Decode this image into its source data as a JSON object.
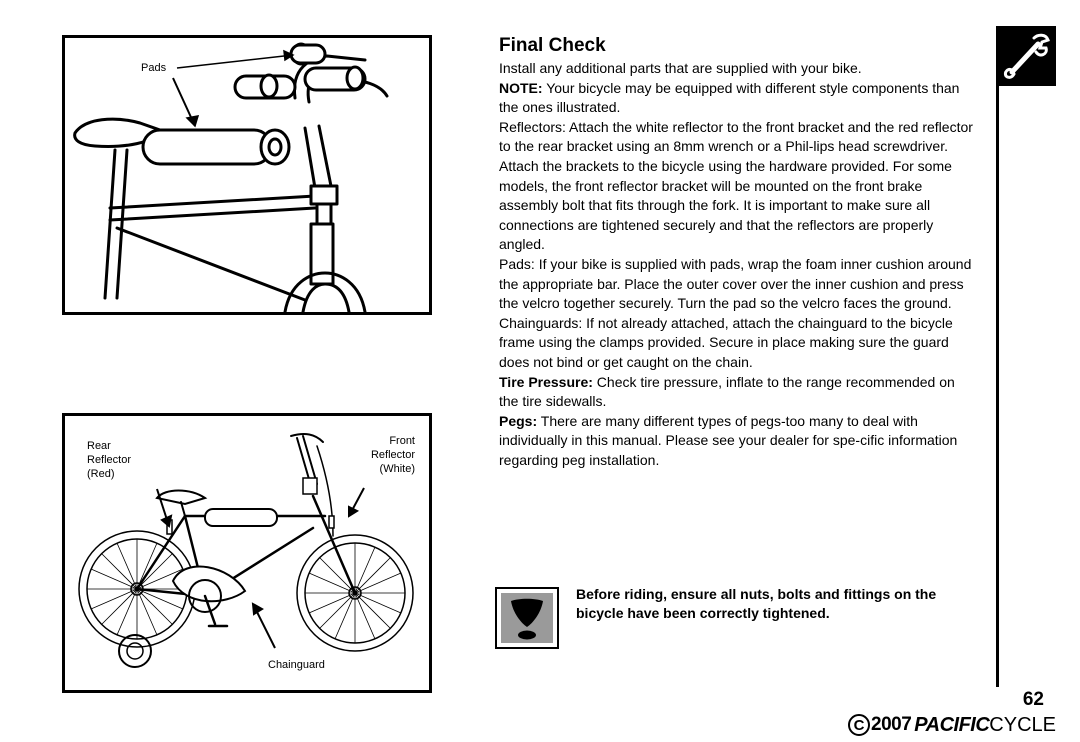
{
  "figure_top": {
    "pads_label": "Pads"
  },
  "figure_bottom": {
    "rear_reflector_label": "Rear\nReflector\n(Red)",
    "front_reflector_label": "Front\nReflector\n(White)",
    "chainguard_label": "Chainguard"
  },
  "section": {
    "title": "Final Check",
    "p_intro": "Install any additional parts that are supplied with your bike.",
    "p_note_label": "NOTE:",
    "p_note_text": " Your bicycle may be equipped with different style components than the ones illustrated.",
    "p_reflectors": "Reflectors: Attach the white reflector to the front bracket and the red reflector to the rear bracket using an 8mm wrench or a Phil-lips head screwdriver. Attach the brackets to the bicycle using the hardware provided. For some models, the front reflector bracket will be mounted on the front brake assembly bolt that fits through the fork. It is important to make sure all connections are tightened securely and that the reflectors are properly angled.",
    "p_pads": "Pads: If your bike is supplied with pads, wrap the foam inner cushion around the appropriate bar. Place the outer cover over the inner cushion and press the velcro together securely. Turn the pad so the velcro faces the ground.",
    "p_chainguards": "Chainguards: If not already attached, attach the chainguard to the bicycle frame using the clamps provided. Secure in place making sure the guard does not bind or get caught on the chain.",
    "p_tire_label": "Tire Pressure:",
    "p_tire_text": " Check tire pressure, inflate to the range recommended on the tire sidewalls.",
    "p_pegs_label": "Pegs:",
    "p_pegs_text": " There are many different types of pegs-too many to deal with individually in this manual.  Please see your dealer for spe-cific information regarding peg installation."
  },
  "warning": {
    "icon": "warning-exclamation-icon",
    "text": "Before riding, ensure all nuts, bolts and fittings on the bicycle have been correctly tightened."
  },
  "side_tab": {
    "icon": "wrench-icon"
  },
  "footer": {
    "page_number": "62",
    "copyright_symbol": "C",
    "year": "2007",
    "brand_bold": "PACIFIC",
    "brand_light": "CYCLE"
  }
}
